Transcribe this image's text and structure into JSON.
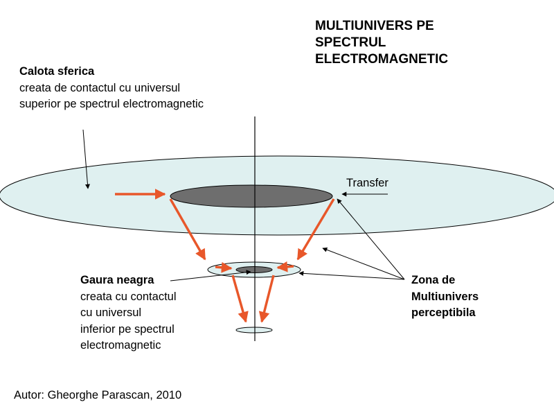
{
  "title": {
    "lines": [
      "MULTIUNIVERS PE",
      "SPECTRUL",
      "ELECTROMAGNETIC"
    ]
  },
  "calota": {
    "heading": "Calota sferica",
    "lines": [
      "creata de  contactul cu universul",
      "superior pe spectrul electromagnetic"
    ]
  },
  "transfer": {
    "label": "Transfer"
  },
  "gaura": {
    "heading": "Gaura neagra",
    "lines": [
      "creata cu contactul",
      "cu universul",
      "inferior pe spectrul",
      "electromagnetic"
    ]
  },
  "zona": {
    "lines": [
      "Zona de",
      "Multiunivers",
      "perceptibila"
    ]
  },
  "author": "Autor: Gheorghe Parascan, 2010",
  "colors": {
    "disk_fill": "#dff0f0",
    "hole_fill": "#6e6e6e",
    "arrow_orange": "#e8572a",
    "line": "#000000"
  }
}
